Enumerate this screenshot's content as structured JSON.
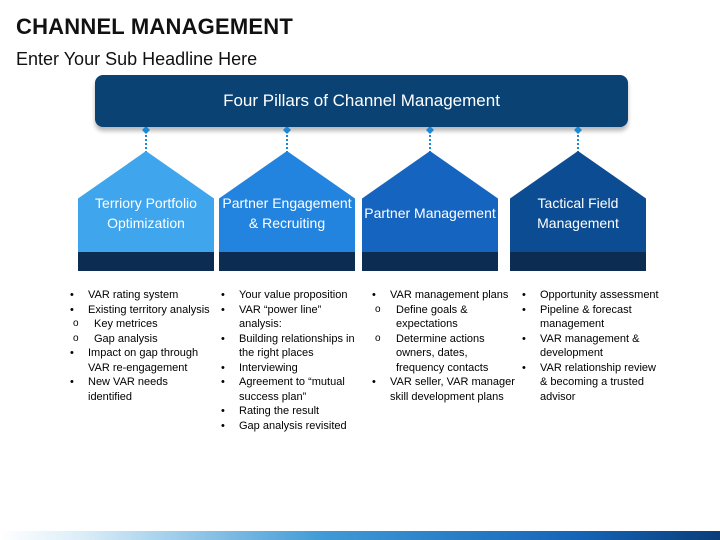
{
  "slide": {
    "title": "CHANNEL MANAGEMENT",
    "subtitle": "Enter Your Sub Headline Here",
    "banner": "Four Pillars of Channel Management"
  },
  "colors": {
    "banner": "#0a4274",
    "pillar_1": "#3fa6ee",
    "pillar_2": "#2384e0",
    "pillar_3": "#1565c0",
    "pillar_4": "#0c4c92",
    "pillar_base": "#0c2d51",
    "connector": "#1a88d6"
  },
  "pillars": [
    {
      "label": "Terriory Portfolio Optimization",
      "items": [
        {
          "text": "VAR rating system",
          "level": 1
        },
        {
          "text": "Existing territory analysis",
          "level": 1
        },
        {
          "text": "Key metrices",
          "level": 2
        },
        {
          "text": "Gap analysis",
          "level": 2
        },
        {
          "text": "Impact on gap through VAR re-engagement",
          "level": 1
        },
        {
          "text": "New VAR needs identified",
          "level": 1
        }
      ]
    },
    {
      "label": "Partner Engagement & Recruiting",
      "items": [
        {
          "text": "Your value proposition",
          "level": 1
        },
        {
          "text": "VAR “power line” analysis:",
          "level": 1
        },
        {
          "text": "Building relationships in the right places",
          "level": 1
        },
        {
          "text": "Interviewing",
          "level": 1
        },
        {
          "text": "Agreement to “mutual success plan”",
          "level": 1
        },
        {
          "text": "Rating the result",
          "level": 1
        },
        {
          "text": "Gap analysis revisited",
          "level": 1
        }
      ]
    },
    {
      "label": "Partner Management",
      "items": [
        {
          "text": "VAR management plans",
          "level": 1
        },
        {
          "text": "Define goals & expectations",
          "level": 2
        },
        {
          "text": "Determine actions owners, dates, frequency contacts",
          "level": 2
        },
        {
          "text": "VAR seller, VAR manager skill development plans",
          "level": 1
        }
      ]
    },
    {
      "label": "Tactical Field Management",
      "items": [
        {
          "text": "Opportunity assessment",
          "level": 1
        },
        {
          "text": "Pipeline & forecast management",
          "level": 1
        },
        {
          "text": "VAR management & development",
          "level": 1
        },
        {
          "text": "VAR relationship review & becoming a trusted advisor",
          "level": 1
        }
      ]
    }
  ]
}
